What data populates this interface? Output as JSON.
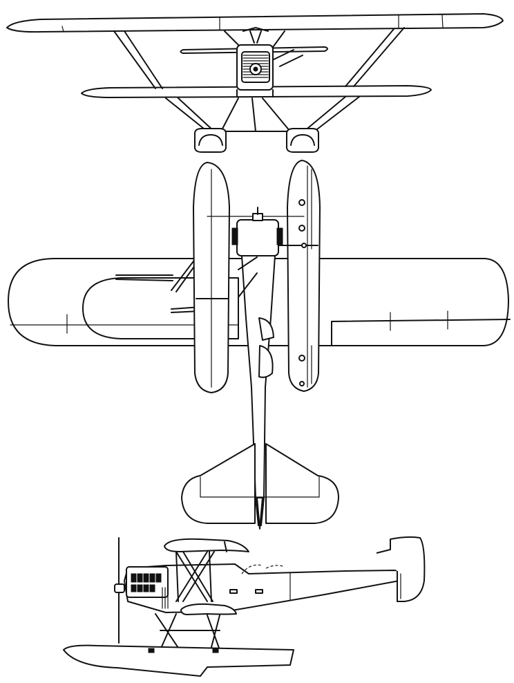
{
  "figure": {
    "views": [
      {
        "id": "front",
        "description_name": "front-view"
      },
      {
        "id": "top",
        "description_name": "top-view"
      },
      {
        "id": "side",
        "description_name": "side-view"
      }
    ],
    "colors": {
      "ink": "#111111",
      "paper": "#ffffff"
    }
  }
}
